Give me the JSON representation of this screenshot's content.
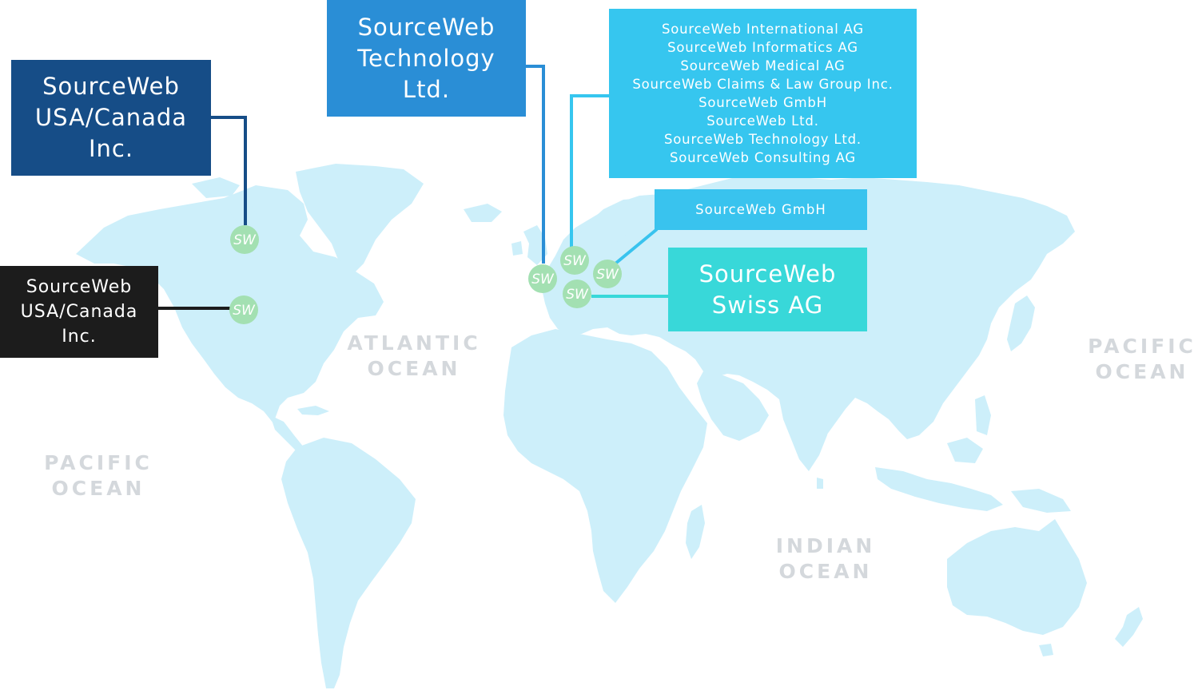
{
  "colors": {
    "navy": "#164d87",
    "black": "#1c1c1c",
    "mid_blue": "#2a8ed6",
    "light_blue": "#36c6ef",
    "sky_blue": "#39c3ee",
    "teal": "#38d8d9",
    "land": "#cdeffa",
    "marker": "#a3e0b2",
    "ocean_label": "#d4d8dc"
  },
  "oceans": {
    "atlantic": "ATLANTIC\nOCEAN",
    "pacific_west": "PACIFIC\nOCEAN",
    "pacific_east": "PACIFIC\nOCEAN",
    "indian": "INDIAN\nOCEAN"
  },
  "boxes": {
    "usa_canada_1": "SourceWeb\nUSA/Canada\nInc.",
    "usa_canada_2": "SourceWeb\nUSA/Canada\nInc.",
    "technology_ltd": "SourceWeb\nTechnology\nLtd.",
    "group_list": [
      "SourceWeb International AG",
      "SourceWeb Informatics AG",
      "SourceWeb Medical AG",
      "SourceWeb Claims & Law Group Inc.",
      "SourceWeb GmbH",
      "SourceWeb Ltd.",
      "SourceWeb Technology Ltd.",
      "SourceWeb Consulting AG"
    ],
    "gmbh": "SourceWeb GmbH",
    "swiss_ag": "SourceWeb\nSwiss AG"
  },
  "marker_label": "SW"
}
